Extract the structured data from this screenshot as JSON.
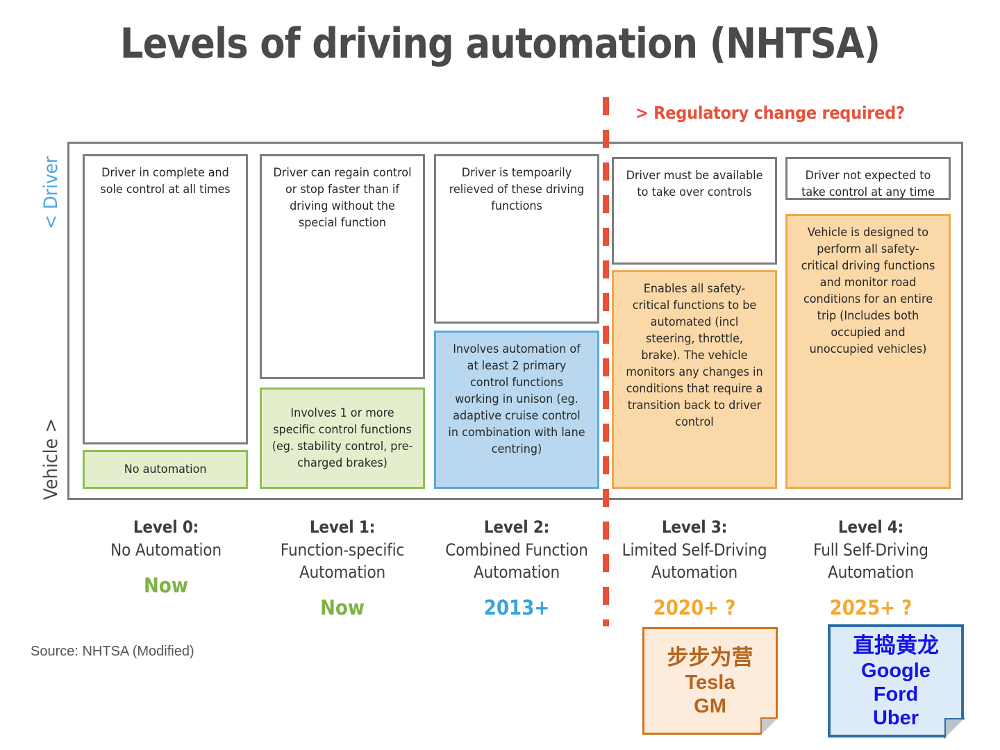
{
  "title": "Levels of driving automation (NHTSA)",
  "regulatory_note": "> Regulatory change required?",
  "axis": {
    "top_label": "< Driver",
    "bottom_label": "Vehicle >",
    "top_color": "#49a9e0",
    "bottom_color": "#4a4a4a"
  },
  "source": "Source: NHTSA (Modified)",
  "colors": {
    "frame_border": "#7d7d7d",
    "regulatory_red": "#e8503a",
    "green_border": "#8cc152",
    "green_fill": "#e4eecd",
    "blue_border": "#59a7dd",
    "blue_fill": "#b9d8ef",
    "orange_border": "#f3a64b",
    "orange_fill": "#fad8a8",
    "eta_now": "#7cb342",
    "eta_2013": "#3aa3dc",
    "eta_future": "#f5a830"
  },
  "columns": [
    {
      "level_label": "Level 0:",
      "level_name": "No Automation",
      "eta": "Now",
      "eta_style": "eta-green",
      "driver_box": "Driver in complete and sole control at all times",
      "automation_box": "No automation",
      "automation_style": "box-green"
    },
    {
      "level_label": "Level 1:",
      "level_name": "Function-specific Automation",
      "eta": "Now",
      "eta_style": "eta-green",
      "driver_box": "Driver can regain control or stop faster than if driving without the special function",
      "automation_box": "Involves 1 or more specific control functions (eg. stability control, pre-charged brakes)",
      "automation_style": "box-green"
    },
    {
      "level_label": "Level 2:",
      "level_name": "Combined Function Automation",
      "eta": "2013+",
      "eta_style": "eta-blue",
      "driver_box": "Driver is tempoarily relieved of these driving functions",
      "automation_box": "Involves automation of at least 2 primary control functions working in unison (eg. adaptive cruise control in combination with lane centring)",
      "automation_style": "box-blue"
    },
    {
      "level_label": "Level 3:",
      "level_name": "Limited Self-Driving Automation",
      "eta": "2020+ ?",
      "eta_style": "eta-orange",
      "driver_box": "Driver must be available to take over controls",
      "automation_box": "Enables all safety-critical functions to be automated (incl steering, throttle, brake). The vehicle monitors any changes in conditions that require a transition back to driver control",
      "automation_style": "box-orange"
    },
    {
      "level_label": "Level 4:",
      "level_name": "Full Self-Driving Automation",
      "eta": "2025+ ?",
      "eta_style": "eta-orange",
      "driver_box": "Driver not expected to take control at any time",
      "automation_box": "Vehicle is designed to perform all safety-critical driving functions and monitor road conditions for an entire trip (Includes both occupied and unoccupied vehicles)",
      "automation_style": "box-orange"
    }
  ],
  "notes": [
    {
      "id": "orange",
      "chinese": "步步为营",
      "lines": [
        "Tesla",
        "GM"
      ],
      "text_color": "#b5651d",
      "fill": "#fdebdc",
      "border": "#d2731b"
    },
    {
      "id": "blue",
      "chinese": "直捣黄龙",
      "lines": [
        "Google",
        "Ford",
        "Uber"
      ],
      "text_color": "#1414e6",
      "fill": "#dcebf7",
      "border": "#2e6ea6"
    }
  ]
}
